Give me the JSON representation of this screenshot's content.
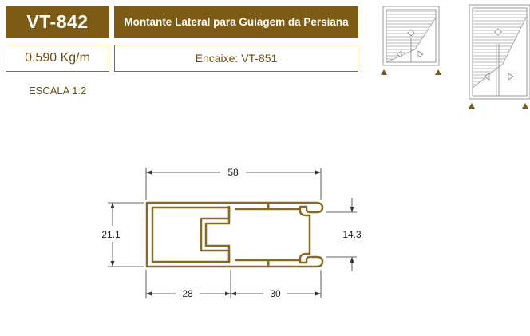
{
  "header": {
    "code": "VT-842",
    "title": "Montante Lateral para Guiagem da Persiana",
    "weight": "0.590 Kg/m",
    "fitting": "Encaixe: VT-851",
    "scale": "ESCALA 1:2"
  },
  "dimensions": {
    "width_total": "58",
    "height_total": "21.1",
    "height_inner": "14.3",
    "width_left": "28",
    "width_right": "30"
  },
  "colors": {
    "brand": "#7d5b14",
    "profile": "#8a6a22",
    "border": "#8a6a28",
    "marker": "#7d5b14"
  }
}
